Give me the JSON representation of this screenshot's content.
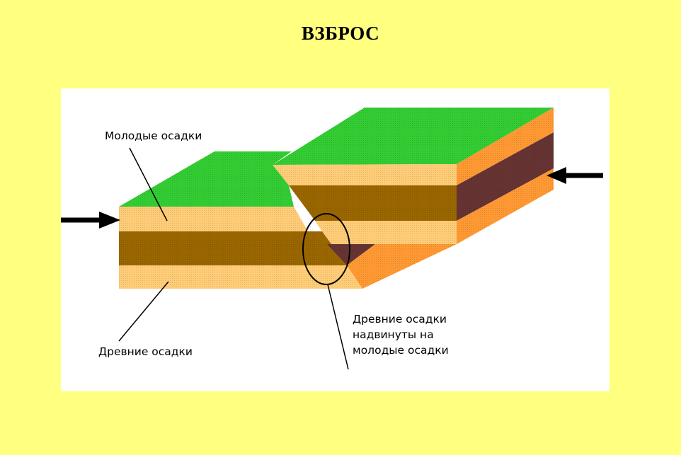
{
  "title": "ВЗБРОС",
  "labels": {
    "young_sediments": "Молодые осадки",
    "old_sediments": "Древние осадки",
    "thrust_line1": "Древние осадки",
    "thrust_line2": "надвинуты на",
    "thrust_line3": "молодые осадки"
  },
  "colors": {
    "background": "#ffff80",
    "grass": "#33cc33",
    "light_layer": "#ffcc77",
    "brown_layer": "#996600",
    "side_orange": "#ff9933",
    "side_dark": "#663333"
  }
}
